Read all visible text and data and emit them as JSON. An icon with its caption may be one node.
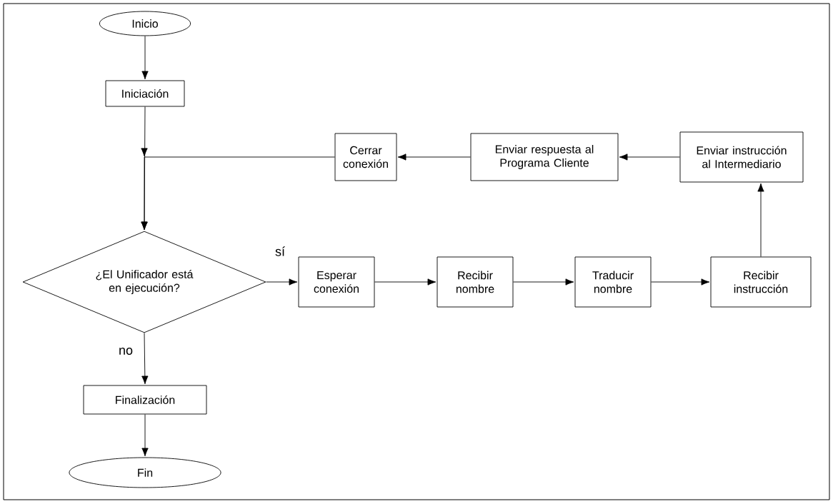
{
  "diagram": {
    "nodes": [
      {
        "text": [
          "Inicio"
        ]
      },
      {
        "text": [
          "Iniciación"
        ]
      },
      {
        "text": [
          "Cerrar conexión"
        ]
      },
      {
        "text": [
          "Enviar respuesta al Programa Cliente"
        ]
      },
      {
        "text": [
          "Enviar instrucción al Intermediario"
        ]
      },
      {
        "text": [
          "¿El Unificador está en ejecución?"
        ]
      },
      {
        "text": [
          "Esperar conexión"
        ]
      },
      {
        "text": [
          "Recibir nombre"
        ]
      },
      {
        "text": [
          "Traducir nombre"
        ]
      },
      {
        "text": [
          "Recibir instrucción"
        ]
      },
      {
        "text": [
          "Finalización"
        ]
      },
      {
        "text": [
          "Fin"
        ]
      }
    ],
    "edges": [
      {
        "from": 0,
        "to": 1,
        "arrow": "to"
      },
      {
        "from": 1,
        "to": 5,
        "arrow": "to"
      },
      {
        "from": 5,
        "to": 6,
        "arrow": "to",
        "label": "sí"
      },
      {
        "from": 6,
        "to": 7,
        "arrow": "to"
      },
      {
        "from": 7,
        "to": 8,
        "arrow": "to"
      },
      {
        "from": 8,
        "to": 9,
        "arrow": "to"
      },
      {
        "from": 9,
        "to": 4,
        "arrow": "to"
      },
      {
        "from": 4,
        "to": 3,
        "arrow": "to"
      },
      {
        "from": 3,
        "to": 2,
        "arrow": "to"
      },
      {
        "from": 2,
        "to": 5,
        "arrow": "to"
      },
      {
        "from": 5,
        "to": 10,
        "arrow": "to",
        "label": "no"
      },
      {
        "from": 10,
        "to": 11,
        "arrow": "to"
      }
    ]
  }
}
